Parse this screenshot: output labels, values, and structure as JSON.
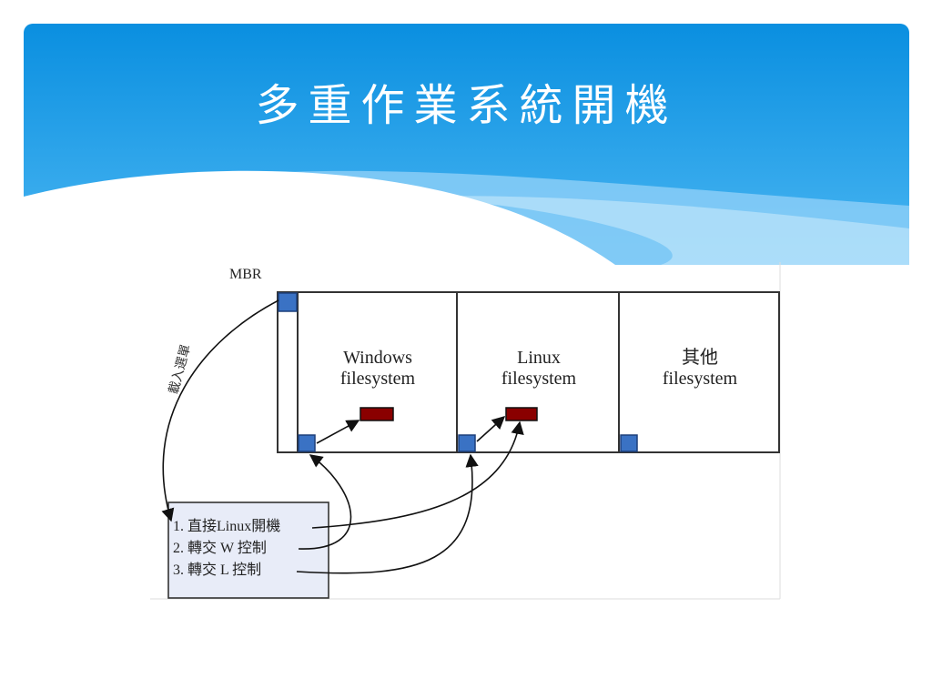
{
  "slide": {
    "title": "多重作業系統開機"
  },
  "diagram": {
    "mbr_label": "MBR",
    "partitions": [
      {
        "line1": "Windows",
        "line2": "filesystem"
      },
      {
        "line1": "Linux",
        "line2": "filesystem"
      },
      {
        "line1": "其他",
        "line2": "filesystem"
      }
    ],
    "load_label": "載入選單",
    "menu": [
      "1. 直接Linux開機",
      "2. 轉交 W 控制",
      "3. 轉交 L 控制"
    ]
  },
  "colors": {
    "header_top": "#0a8fe0",
    "header_bottom": "#47b3f0",
    "boot_sector": "#3a72c4",
    "kernel_block": "#8a0000",
    "menu_bg": "#e8ecf8"
  }
}
